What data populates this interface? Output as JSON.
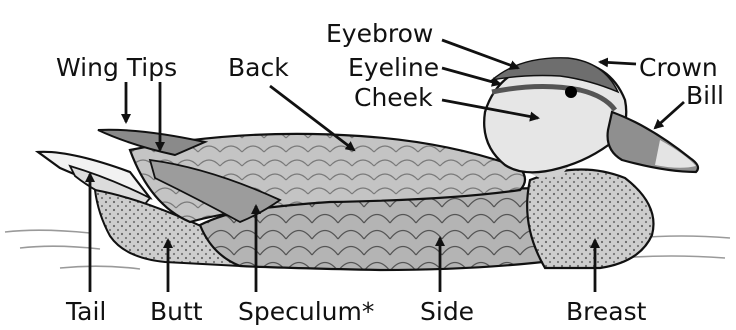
{
  "colors": {
    "ink": "#111111",
    "body_grey": "#c9c9c9",
    "feather_grey": "#a9a9a9",
    "head_grey": "#e3e3e3",
    "bill_grey": "#8f8f8f"
  },
  "labels": {
    "eyebrow": "Eyebrow",
    "eyeline": "Eyeline",
    "cheek": "Cheek",
    "crown": "Crown",
    "bill": "Bill",
    "wing_tips": "Wing Tips",
    "back": "Back",
    "tail": "Tail",
    "butt": "Butt",
    "speculum": "Speculum*",
    "side": "Side",
    "breast": "Breast"
  }
}
